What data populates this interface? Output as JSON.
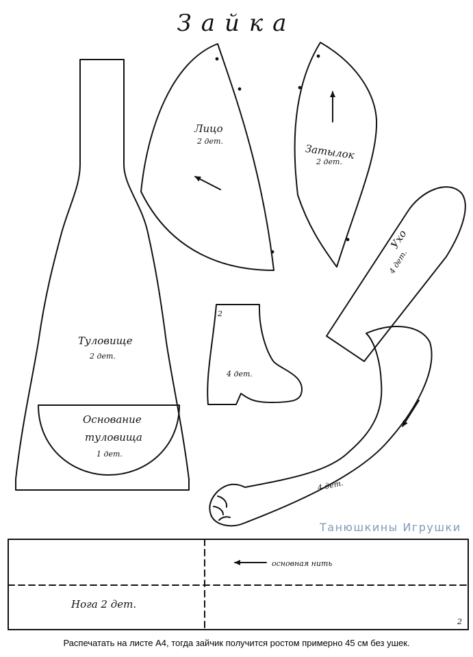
{
  "title": "Зайка",
  "watermark": "Танюшкины Игрушки",
  "caption": "Распечатать на листе А4, тогда зайчик получится ростом примерно 45 см без ушек.",
  "pieces": {
    "face": {
      "name": "Лицо",
      "count": "2 дет."
    },
    "nape": {
      "name": "Затылок",
      "count": "2 дет."
    },
    "ear": {
      "name": "Ухо",
      "count": "4 дет."
    },
    "body": {
      "name": "Туловище",
      "count": "2 дет."
    },
    "body_base": {
      "line1": "Основание",
      "line2": "туловища",
      "count": "1 дет."
    },
    "boot": {
      "mark": "2",
      "count": "4 дет."
    },
    "arm": {
      "count": "4 дет."
    },
    "leg": {
      "name": "Нога 2 дет.",
      "grain": "основная нить",
      "mark": "2"
    }
  },
  "colors": {
    "line": "#111111",
    "watermark": "#7f9ab4",
    "paper": "#ffffff"
  }
}
